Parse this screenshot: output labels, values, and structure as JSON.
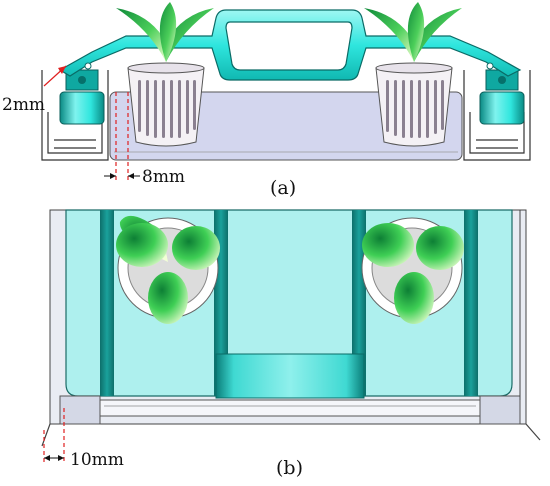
{
  "labels": {
    "gap_top_left": "2mm",
    "gap_top_bottom": "8mm",
    "gap_bottom_left": "10mm",
    "caption_a": "(a)",
    "caption_b": "(b)"
  },
  "colors": {
    "frame_cyan": "#2fe6de",
    "frame_dark": "#0c8f8a",
    "tank_lavender": "#d3d6ee",
    "leaf_green": "#2fb24b",
    "leaf_light": "#eaffc2",
    "bottom_cyan": "#aef0ee",
    "dim_red": "#e02020",
    "outline": "#1a1a1a"
  }
}
